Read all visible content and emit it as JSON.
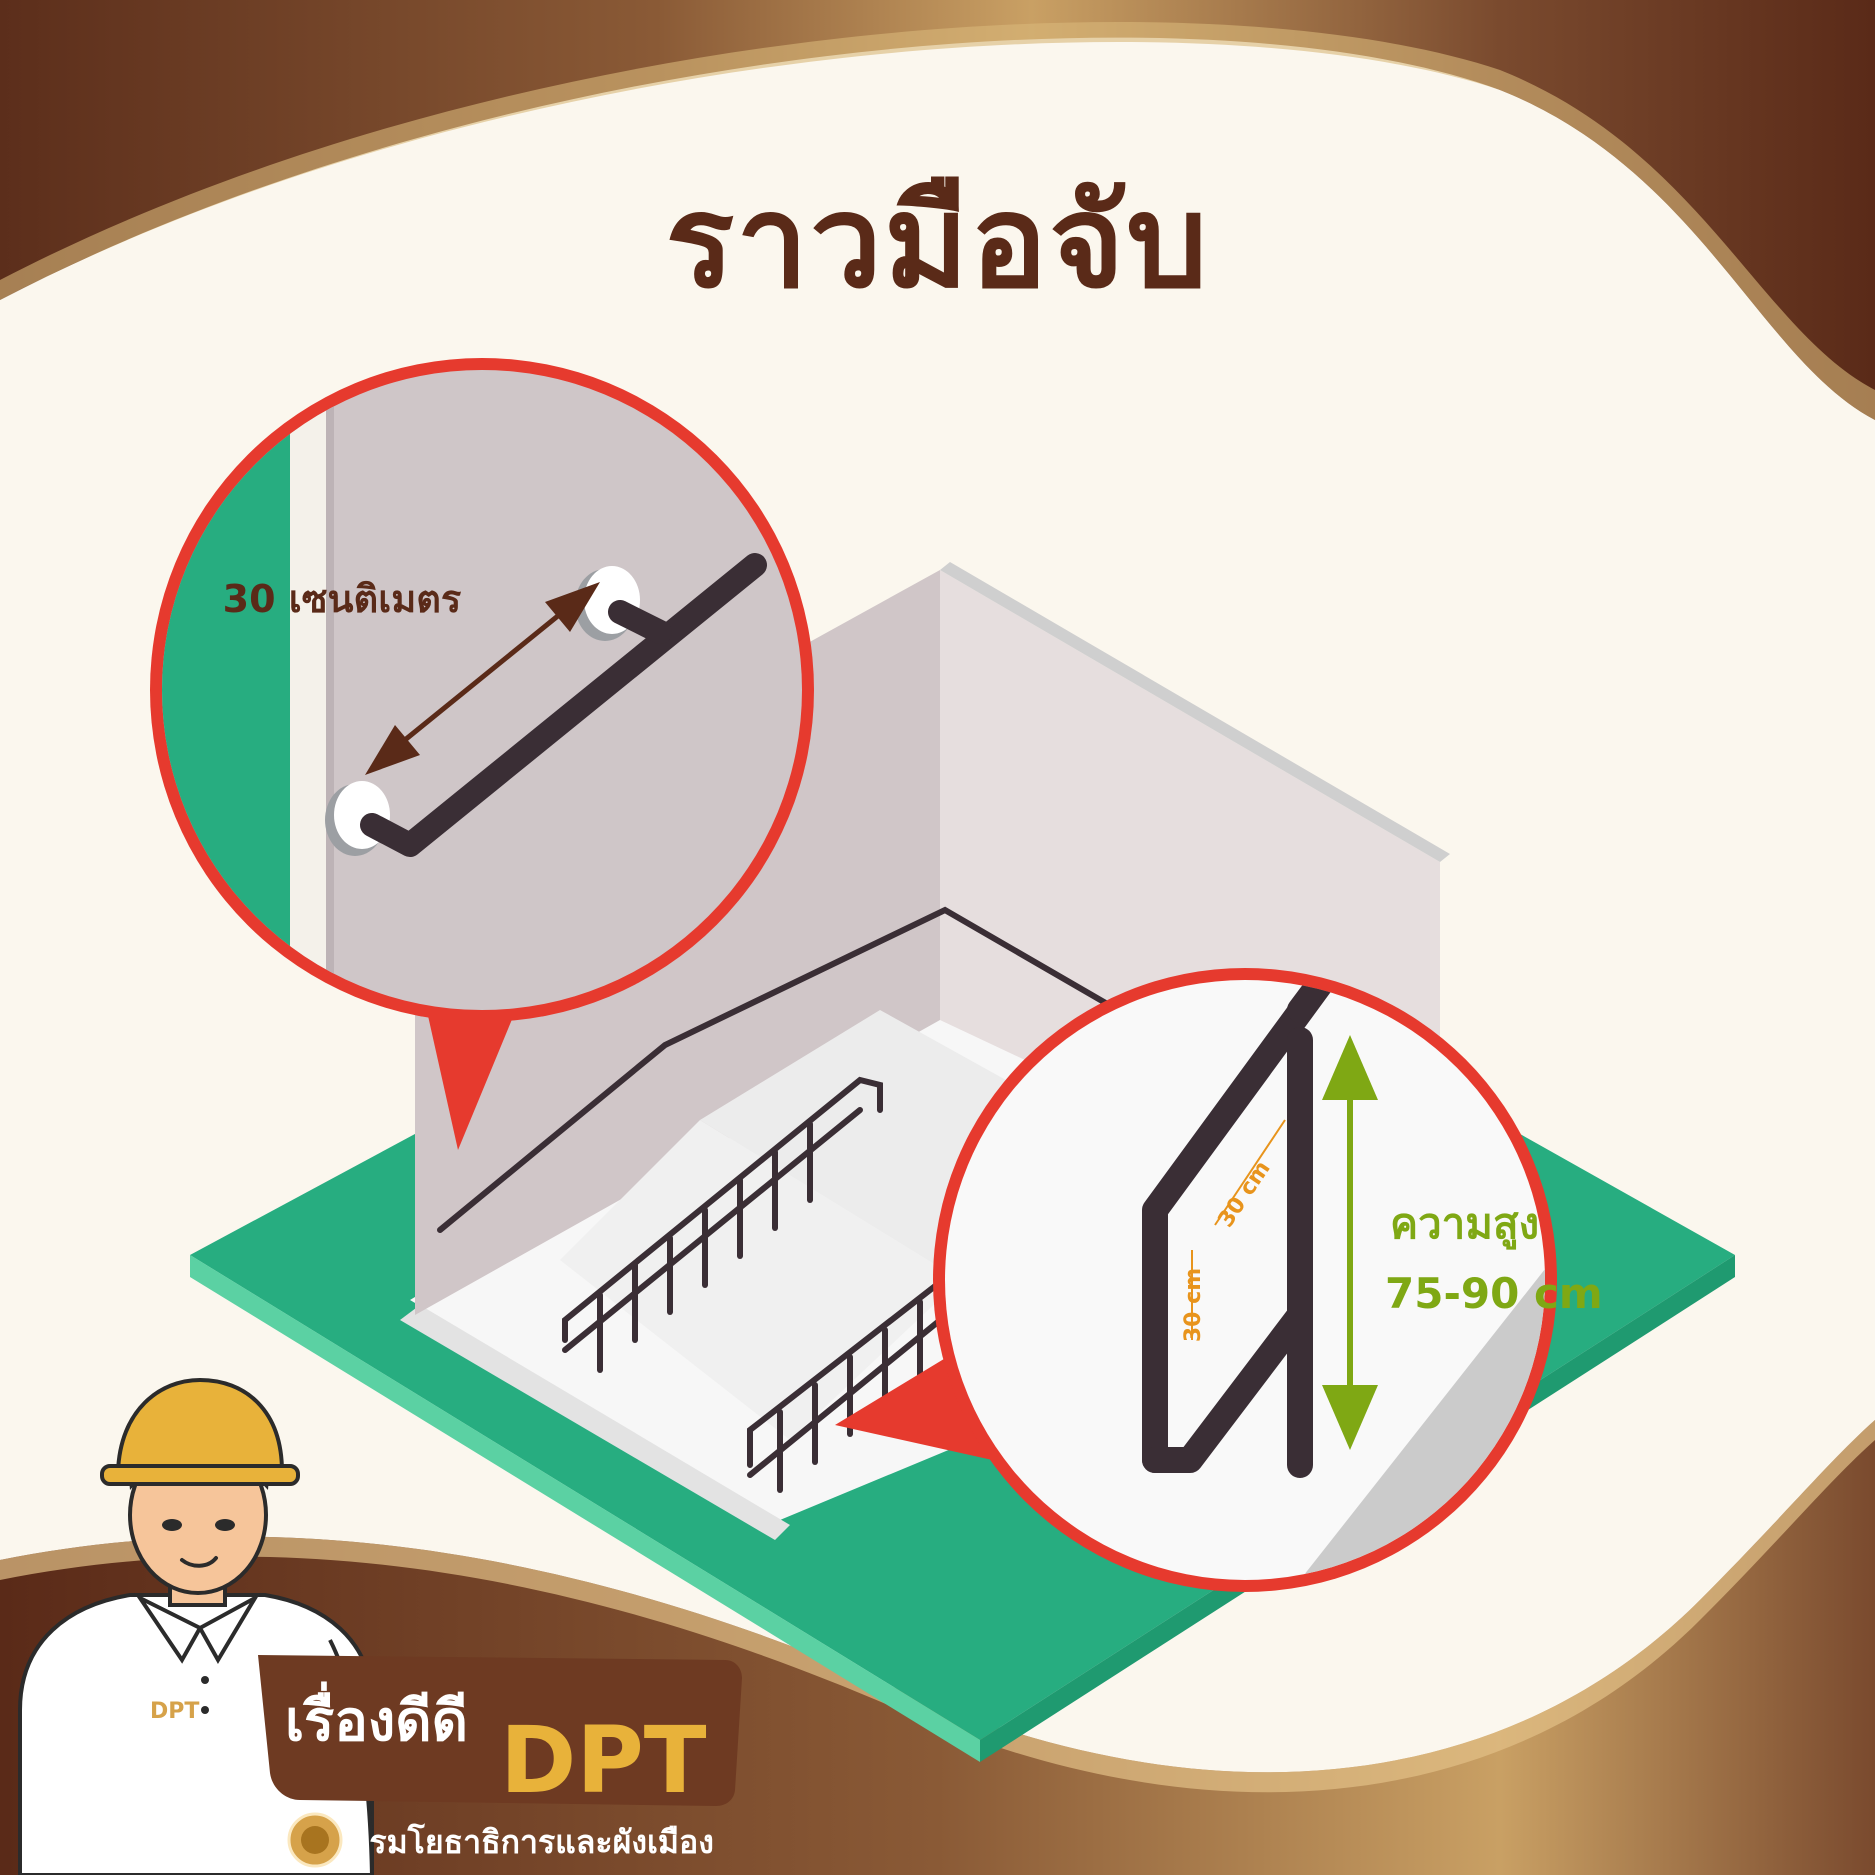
{
  "title": "ราวมือจับ",
  "zoom_left": {
    "label": "30 เซนติเมตร"
  },
  "zoom_right": {
    "height_label": "ความสูง",
    "height_value": "75-90 cm",
    "dim_top": "30 cm",
    "dim_side": "30 cm"
  },
  "badge": {
    "line1": "เรื่องดีดี",
    "line2": "DPT"
  },
  "mascot": {
    "shirt_logo": "DPT"
  },
  "agency": {
    "name": "กรมโยธาธิการและผังเมือง"
  },
  "colors": {
    "brown_dark": "#5a2a18",
    "brown_mid": "#7a4a2e",
    "gold": "#d6a24a",
    "cream": "#fbf7ee",
    "green": "#27ad80",
    "red": "#e63a2e",
    "lime": "#7fa814",
    "orange": "#e8941c",
    "rail": "#3a2e35"
  }
}
